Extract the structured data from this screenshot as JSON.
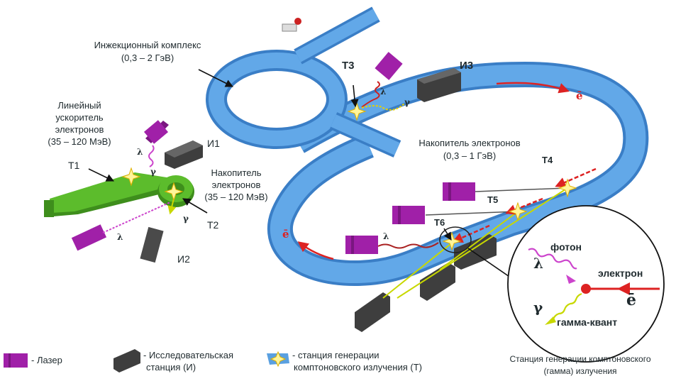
{
  "labels": {
    "injection_complex": "Инжекционный комплекс",
    "injection_energy": "(0,3 – 2 ГэВ)",
    "linac_1": "Линейный",
    "linac_2": "ускоритель",
    "linac_3": "электронов",
    "linac_energy": "(35 – 120 МэВ)",
    "small_ring_1": "Накопитель",
    "small_ring_2": "электронов",
    "small_ring_energy": "(35 – 120 МэВ)",
    "storage_ring": "Накопитель электронов",
    "storage_ring_energy": "(0,3 – 1 ГэВ)",
    "detail_title_1": "Станция генерации комптоновского",
    "detail_title_2": "(гамма) излучения"
  },
  "stations": {
    "T1": "T1",
    "T2": "T2",
    "T3": "T3",
    "T4": "T4",
    "T5": "T5",
    "T6": "T6",
    "I1": "И1",
    "I2": "И2",
    "I3": "И3"
  },
  "symbols": {
    "lambda": "λ",
    "gamma": "γ",
    "electron": "ē"
  },
  "detail": {
    "photon": "фотон",
    "electron": "электрон",
    "gamma_quantum": "гамма-квант",
    "lambda": "λ",
    "gamma": "γ",
    "electron_symbol": "ē"
  },
  "legend": {
    "laser": "- Лазер",
    "station_1": "- Исследовательская",
    "station_2": "станция (И)",
    "compton_1": "- станция генерации",
    "compton_2": "комптоновского излучения (Т)"
  },
  "colors": {
    "ring": "#5aa0e0",
    "ring_dark": "#3a7ec6",
    "linac": "#58b82a",
    "laser": "#a020a8",
    "research": "#4a4a4a",
    "beam_arrow": "#dd2222",
    "photon_beam": "#d0e020"
  }
}
